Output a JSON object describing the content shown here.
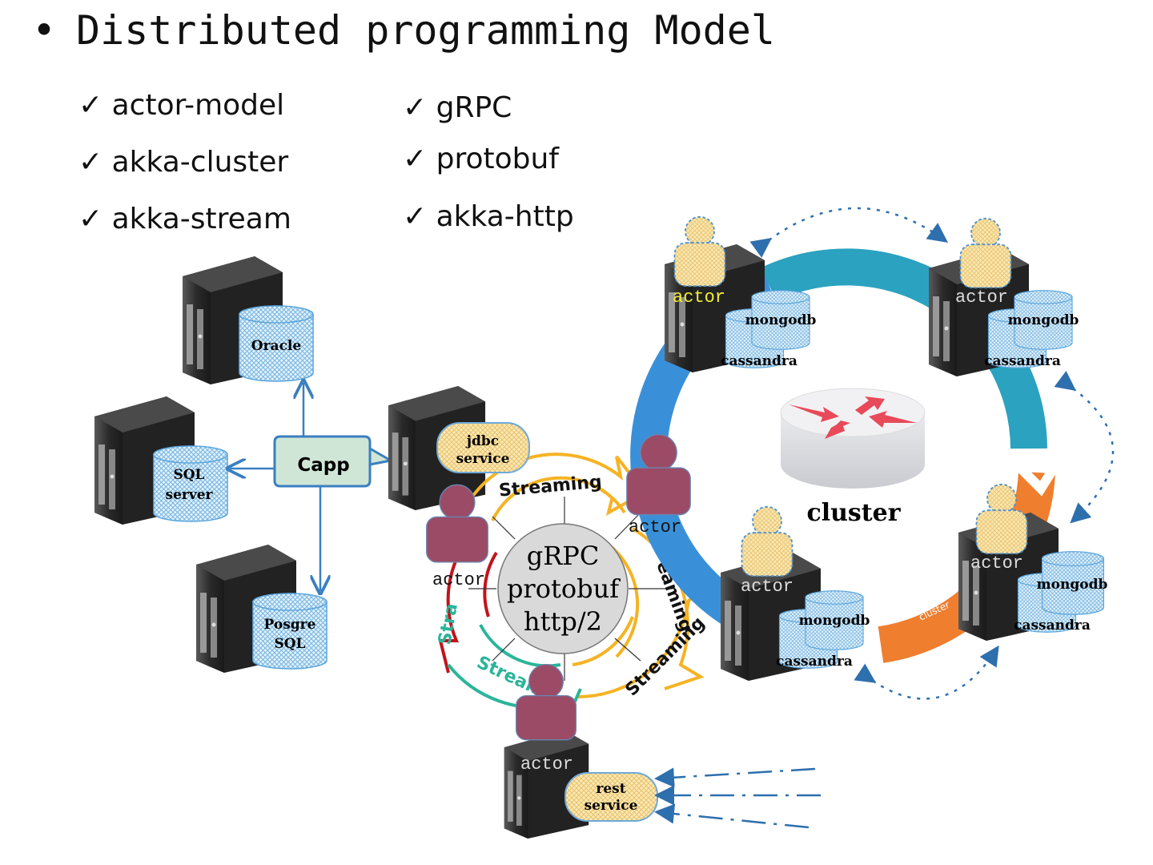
{
  "slide": {
    "bullet": "•",
    "title": "Distributed programming Model",
    "left_items": [
      "✓ actor-model",
      "✓ akka-cluster",
      "✓ akka-stream"
    ],
    "right_items": [
      "✓ gRPC",
      "✓ protobuf",
      "✓ akka-http"
    ]
  },
  "diagram": {
    "databases": {
      "oracle": "Oracle",
      "sql1": "SQL",
      "sql2": "server",
      "pg1": "Posgre",
      "pg2": "SQL"
    },
    "capp": "Capp",
    "jdbc": [
      "jdbc",
      "service"
    ],
    "rest": [
      "rest",
      "service"
    ],
    "center": [
      "gRPC",
      "protobuf",
      "http/2"
    ],
    "streaming": "Streaming",
    "streaming_partial": [
      "eaming",
      "Stra",
      "Stream"
    ],
    "actor": "actor",
    "mongodb": "mongodb",
    "cassandra": "cassandra",
    "cluster_title": "cluster",
    "ring_label": "cluster",
    "colors": {
      "ring_blue": "#3a90d8",
      "ring_teal": "#2ba2bf",
      "ring_orange": "#ef7e2f",
      "actor_maroon": "#9b4b66",
      "stream_orange": "#f5b324",
      "stream_green": "#2ab59a",
      "stream_red": "#c0141c"
    }
  }
}
